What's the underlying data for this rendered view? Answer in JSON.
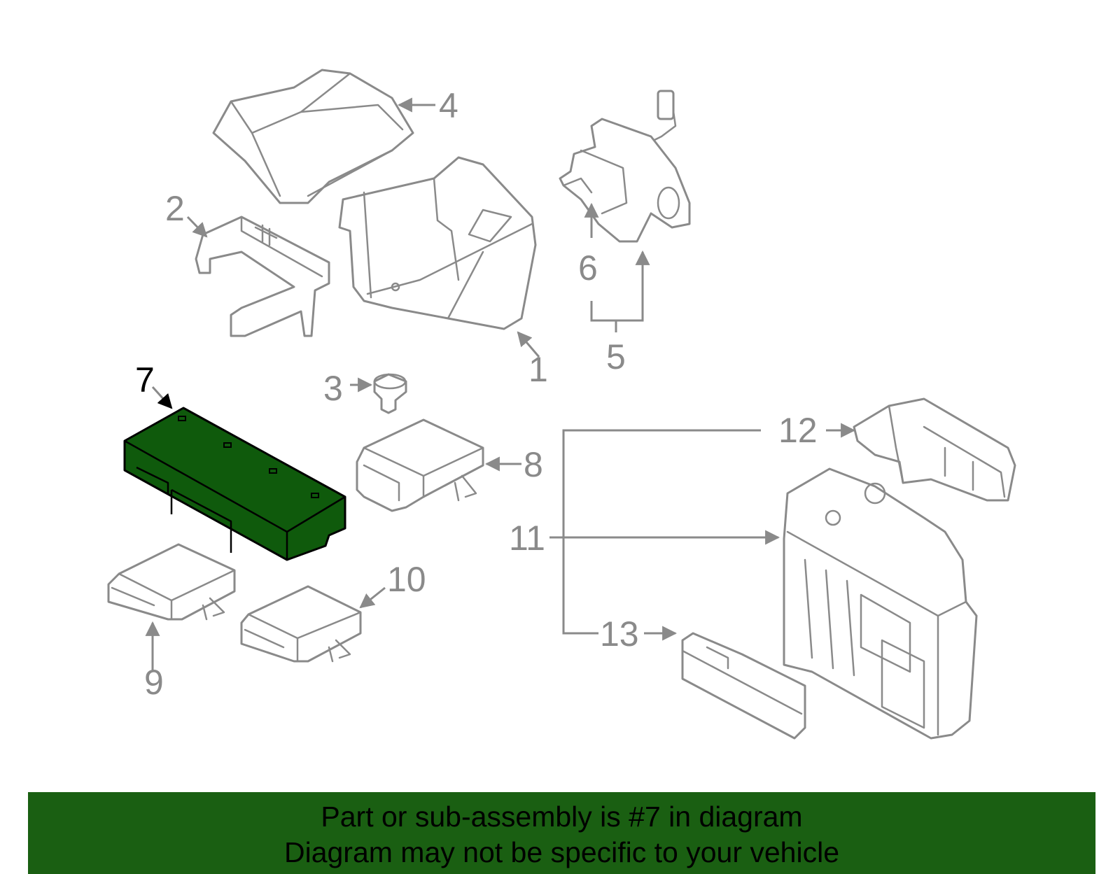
{
  "diagram": {
    "callouts": {
      "c1": "1",
      "c2": "2",
      "c3": "3",
      "c4": "4",
      "c5": "5",
      "c6": "6",
      "c7": "7",
      "c8": "8",
      "c9": "9",
      "c10": "10",
      "c11": "11",
      "c12": "12",
      "c13": "13"
    },
    "highlighted_part": "7",
    "highlight_color": "#0f5a0c",
    "part_line_color": "#8a8a8a"
  },
  "banner": {
    "line1": "Part or sub-assembly is #7 in diagram",
    "line2": "Diagram may not be specific to your vehicle",
    "background": "#1a5f12"
  }
}
